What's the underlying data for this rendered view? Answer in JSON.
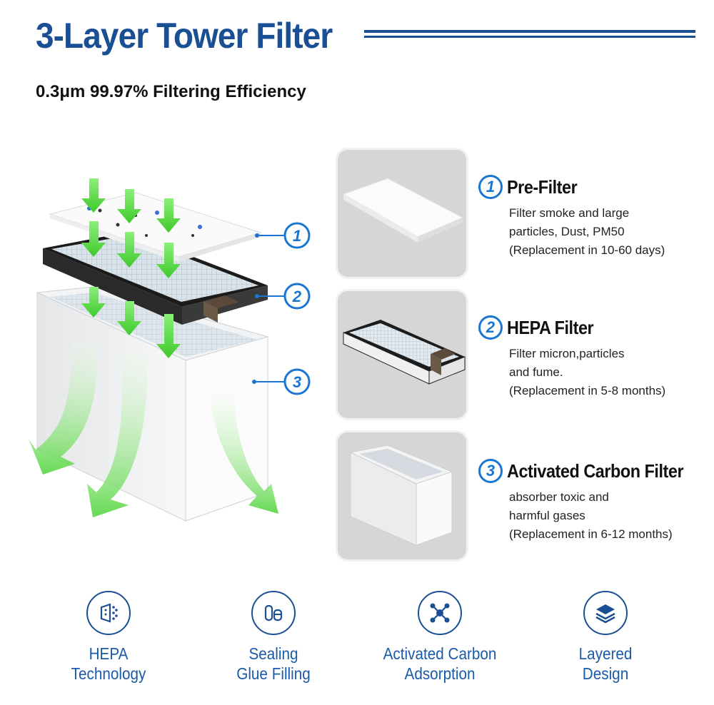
{
  "header": {
    "title": "3-Layer Tower Filter",
    "subtitle": "0.3μm 99.97% Filtering Efficiency"
  },
  "hero": {
    "callouts": [
      "1",
      "2",
      "3"
    ]
  },
  "layers": [
    {
      "number": "1",
      "name": "Pre-Filter",
      "desc": [
        "Filter smoke and large",
        "particles, Dust, PM50",
        "(Replacement in 10-60 days)"
      ]
    },
    {
      "number": "2",
      "name": "HEPA Filter",
      "desc": [
        "Filter micron,particles",
        "and fume.",
        "(Replacement in 5-8 months)"
      ]
    },
    {
      "number": "3",
      "name": "Activated Carbon Filter",
      "desc": [
        "absorber toxic and",
        "harmful gases",
        "(Replacement in 6-12 months)"
      ]
    }
  ],
  "features": [
    {
      "icon": "hepa-technology-icon",
      "line1": "HEPA",
      "line2": "Technology"
    },
    {
      "icon": "glue-filling-icon",
      "line1": "Sealing",
      "line2": "Glue Filling"
    },
    {
      "icon": "molecule-icon",
      "line1": "Activated Carbon",
      "line2": "Adsorption"
    },
    {
      "icon": "layers-icon",
      "line1": "Layered",
      "line2": "Design"
    }
  ],
  "colors": {
    "brand_blue": "#1a4f94",
    "badge_blue": "#1976d2",
    "arrow_green": "#4fd13a",
    "thumb_bg": "#d6d6d6"
  }
}
